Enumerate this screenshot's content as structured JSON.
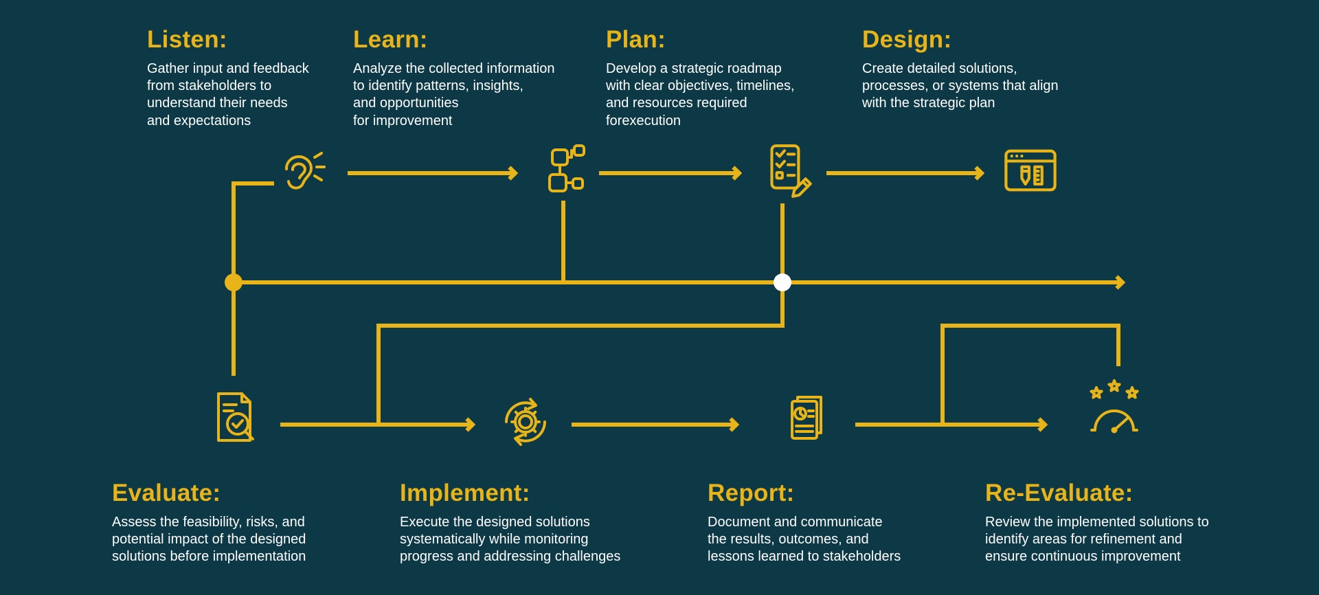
{
  "colors": {
    "background": "#0d3946",
    "accent": "#e9b417",
    "text": "#ffffff",
    "node_dot": "#ffffff"
  },
  "diagram": {
    "type": "process-flow",
    "flow_order": [
      "Listen",
      "Learn",
      "Plan",
      "Design",
      "Evaluate",
      "Implement",
      "Report",
      "Re-Evaluate"
    ]
  },
  "steps": [
    {
      "title": "Listen:",
      "description": "Gather input and feedback\nfrom stakeholders to\nunderstand their needs\nand expectations",
      "icon": "ear-icon",
      "row": "top"
    },
    {
      "title": "Learn:",
      "description": "Analyze the collected information\nto identify patterns, insights,\nand opportunities\nfor improvement",
      "icon": "flowchart-nodes-icon",
      "row": "top"
    },
    {
      "title": "Plan:",
      "description": "Develop a strategic roadmap\nwith clear objectives, timelines,\nand resources required\nforexecution",
      "icon": "checklist-pencil-icon",
      "row": "top"
    },
    {
      "title": "Design:",
      "description": "Create detailed solutions,\nprocesses, or systems that align\nwith the strategic plan",
      "icon": "design-tools-icon",
      "row": "top"
    },
    {
      "title": "Evaluate:",
      "description": "Assess the feasibility, risks, and\npotential impact of the designed\nsolutions before implementation",
      "icon": "document-check-magnifier-icon",
      "row": "bottom"
    },
    {
      "title": "Implement:",
      "description": "Execute the designed solutions\nsystematically while monitoring\nprogress and addressing challenges",
      "icon": "gear-cycle-icon",
      "row": "bottom"
    },
    {
      "title": "Report:",
      "description": "Document and communicate\nthe results, outcomes, and\nlessons learned to stakeholders",
      "icon": "report-chart-icon",
      "row": "bottom"
    },
    {
      "title": "Re-Evaluate:",
      "description": "Review the implemented solutions to\nidentify areas for refinement and\nensure continuous improvement",
      "icon": "gauge-stars-icon",
      "row": "bottom"
    }
  ]
}
